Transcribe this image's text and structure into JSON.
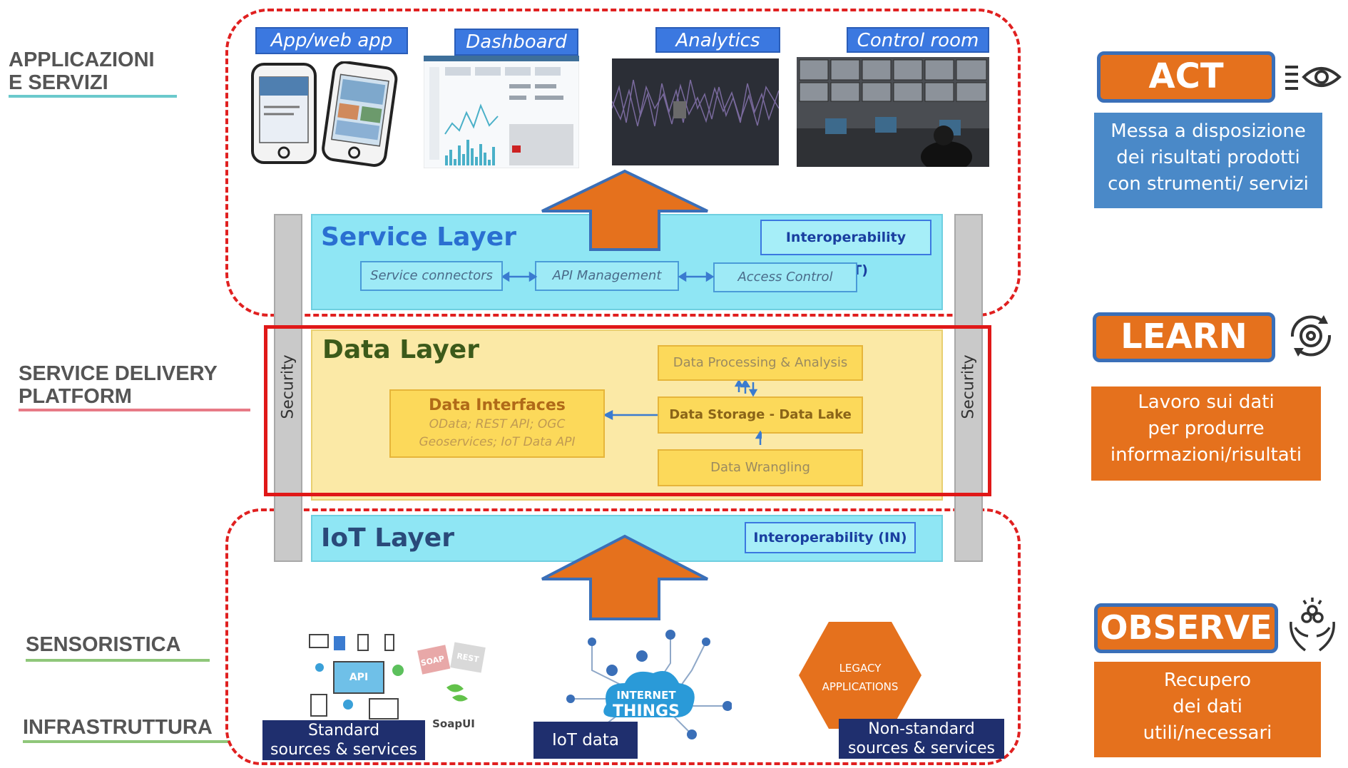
{
  "side_labels": {
    "applicazioni": "APPLICAZIONI\nE SERVIZI",
    "platform": "SERVICE DELIVERY\nPLATFORM",
    "sensoristica": "SENSORISTICA",
    "infrastruttura": "INFRASTRUTTURA"
  },
  "apps": [
    "App/web app",
    "Dashboard",
    "Analytics",
    "Control room"
  ],
  "service_layer": {
    "title": "Service Layer",
    "interop": "Interoperability (OUT)",
    "boxes": [
      "Service connectors",
      "API Management",
      "Access Control"
    ]
  },
  "data_layer": {
    "title": "Data Layer",
    "interfaces_title": "Data Interfaces",
    "interfaces_desc": "OData; REST API; OGC\nGeoservices; IoT Data API",
    "processing": "Data Processing & Analysis",
    "storage": "Data Storage - Data Lake",
    "wrangling": "Data Wrangling"
  },
  "iot_layer": {
    "title": "IoT Layer",
    "interop": "Interoperability (IN)"
  },
  "security": "Security",
  "sources": {
    "standard": "Standard\nsources & services",
    "iot": "IoT data",
    "nonstandard": "Non-standard\nsources & services",
    "soapui": "SoapUI",
    "api": "API",
    "soap": "SOAP",
    "rest": "REST",
    "iot_cloud": "INTERNET\nof THINGS",
    "legacy": "LEGACY\nAPPLICATIONS"
  },
  "right": {
    "act": "ACT",
    "act_desc": "Messa a disposizione\ndei risultati prodotti\ncon strumenti/ servizi",
    "learn": "LEARN",
    "learn_desc": "Lavoro sui dati\nper produrre\ninformazioni/risultati",
    "observe": "OBSERVE",
    "observe_desc": "Recupero\ndei dati\nutili/necessari"
  },
  "colors": {
    "orange": "#e5711d",
    "blue_tag": "#3b78e0",
    "cyan_layer": "#8fe6f4",
    "yellow_layer": "#fbe9a6",
    "red_dash": "#e02020",
    "navy": "#1f2f6e"
  }
}
